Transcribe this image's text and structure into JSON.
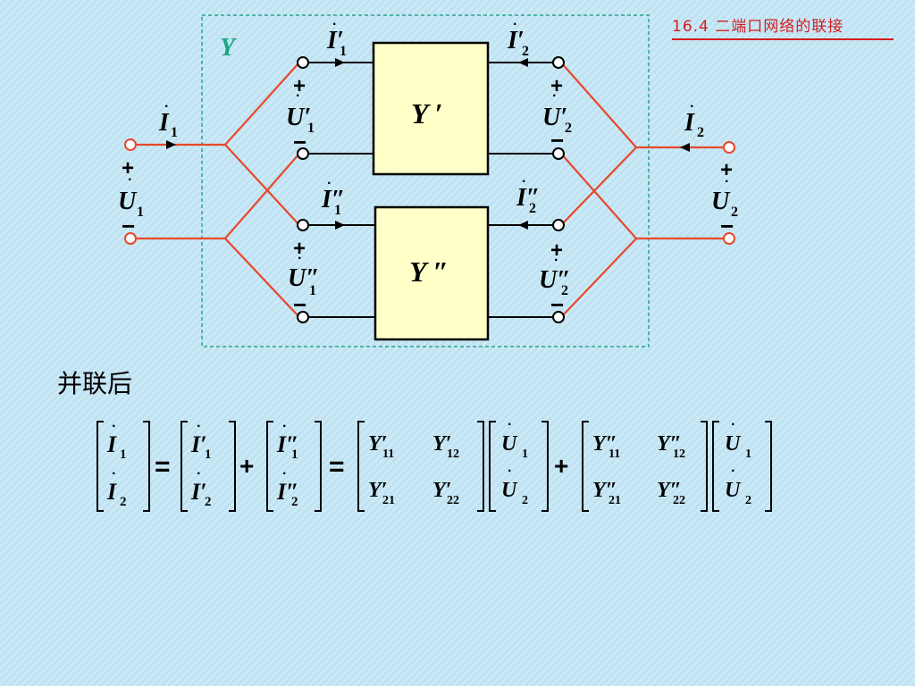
{
  "header": {
    "title": "16.4 二端口网络的联接"
  },
  "diagram": {
    "outer_label": "Y",
    "network_top": "Y ′",
    "network_bottom": "Y ″",
    "currents": {
      "i1": "I",
      "i1_sub": "1",
      "i2": "I",
      "i2_sub": "2",
      "i1p": "I′",
      "i1p_sub": "1",
      "i2p": "I′",
      "i2p_sub": "2",
      "i1pp": "I″",
      "i1pp_sub": "1",
      "i2pp": "I″",
      "i2pp_sub": "2"
    },
    "voltages": {
      "u1": "U",
      "u1_sub": "1",
      "u2": "U",
      "u2_sub": "2",
      "u1p": "U′",
      "u1p_sub": "1",
      "u2p": "U′",
      "u2p_sub": "2",
      "u1pp": "U″",
      "u1pp_sub": "1",
      "u2pp": "U″",
      "u2pp_sub": "2"
    },
    "plus": "+",
    "minus": "−",
    "colors": {
      "wire_red": "#e8482a",
      "dashed_box": "#2aa58a",
      "network_fill": "#ffffc8",
      "title_red": "#d21e1e",
      "y_label": "#19a686"
    }
  },
  "text": {
    "parallel_label": "并联后"
  },
  "equation": {
    "lhs": [
      "I",
      "1",
      "I",
      "2"
    ],
    "eq": "=",
    "plus": "+",
    "v1": [
      "I′",
      "1",
      "I′",
      "2"
    ],
    "v2": [
      "I″",
      "1",
      "I″",
      "2"
    ],
    "m1": [
      "Y′",
      "11",
      "Y′",
      "12",
      "Y′",
      "21",
      "Y′",
      "22"
    ],
    "u": [
      "U",
      "1",
      "U",
      "2"
    ],
    "m2": [
      "Y″",
      "11",
      "Y″",
      "12",
      "Y″",
      "21",
      "Y″",
      "22"
    ]
  }
}
